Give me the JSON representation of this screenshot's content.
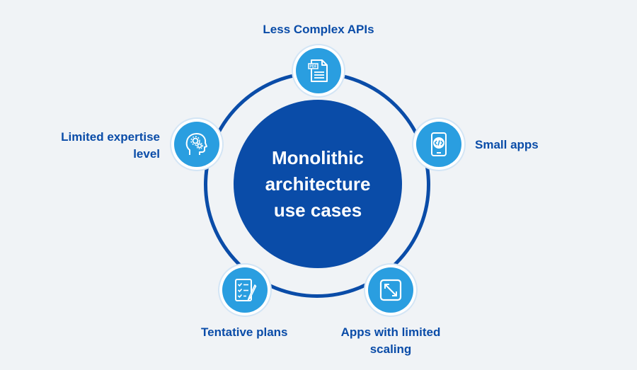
{
  "center": {
    "title": "Monolithic architecture use cases"
  },
  "nodes": [
    {
      "label": "Less Complex APIs",
      "icon": "pdf-document-icon"
    },
    {
      "label": "Small apps",
      "icon": "mobile-code-icon"
    },
    {
      "label": "Apps with limited scaling",
      "icon": "resize-arrows-icon"
    },
    {
      "label": "Tentative plans",
      "icon": "checklist-pen-icon"
    },
    {
      "label": "Limited expertise level",
      "icon": "head-gears-icon"
    }
  ],
  "colors": {
    "background": "#f0f3f6",
    "primary": "#0a4ca8",
    "icon_fill": "#2a9ee0",
    "icon_ring": "#d3e5f5"
  }
}
